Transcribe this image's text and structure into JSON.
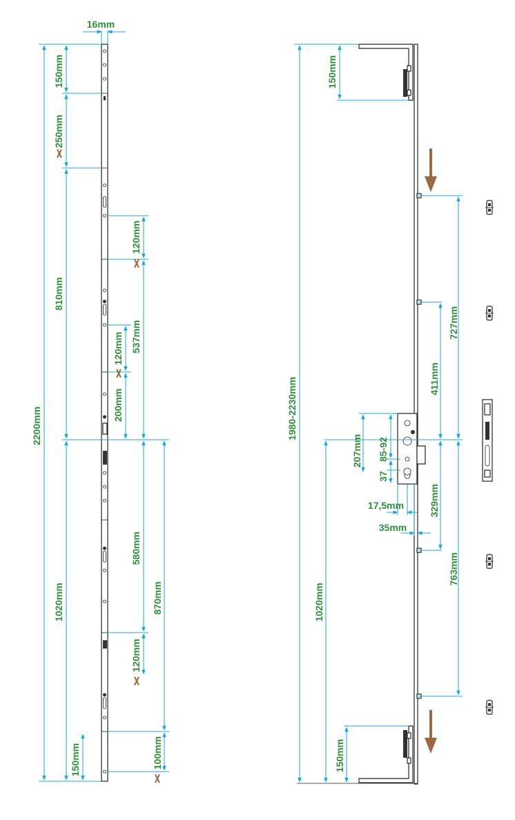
{
  "left_rail": {
    "width_label": "16mm",
    "total_label": "2200mm",
    "top_offset_label": "150mm",
    "upper_section_label": "250mm",
    "middle_section_label": "810mm",
    "lower_section_label": "1020mm",
    "bottom_offset_label": "150mm",
    "upper_keeper_gap_label": "120mm",
    "upper_lock_label": "537mm",
    "mid_keeper_gap_label": "120mm",
    "mid_lock_label": "200mm",
    "lower_lock_label": "580mm",
    "lower_total_label": "870mm",
    "lower_keeper_gap_label": "120mm",
    "bottom_keeper_label": "100mm"
  },
  "right_rail": {
    "height_range_label": "1980-2230mm",
    "top_hook_label": "150mm",
    "upper_keeper_label": "727mm",
    "upper_mid_label": "411mm",
    "gearbox_height_label": "207mm",
    "centres_label": "85-92",
    "spindle_label": "37",
    "backset_inner_label": "17,5mm",
    "backset_label": "35mm",
    "lower_mid_label": "329mm",
    "lower_keeper_label": "763mm",
    "handle_height_label": "1020mm",
    "bottom_hook_label": "150mm"
  },
  "colors": {
    "dimension_line": "#1aa7d8",
    "dimension_text": "#2f8f3a",
    "direction_arrow": "#9a6b42",
    "outline": "#222222"
  }
}
